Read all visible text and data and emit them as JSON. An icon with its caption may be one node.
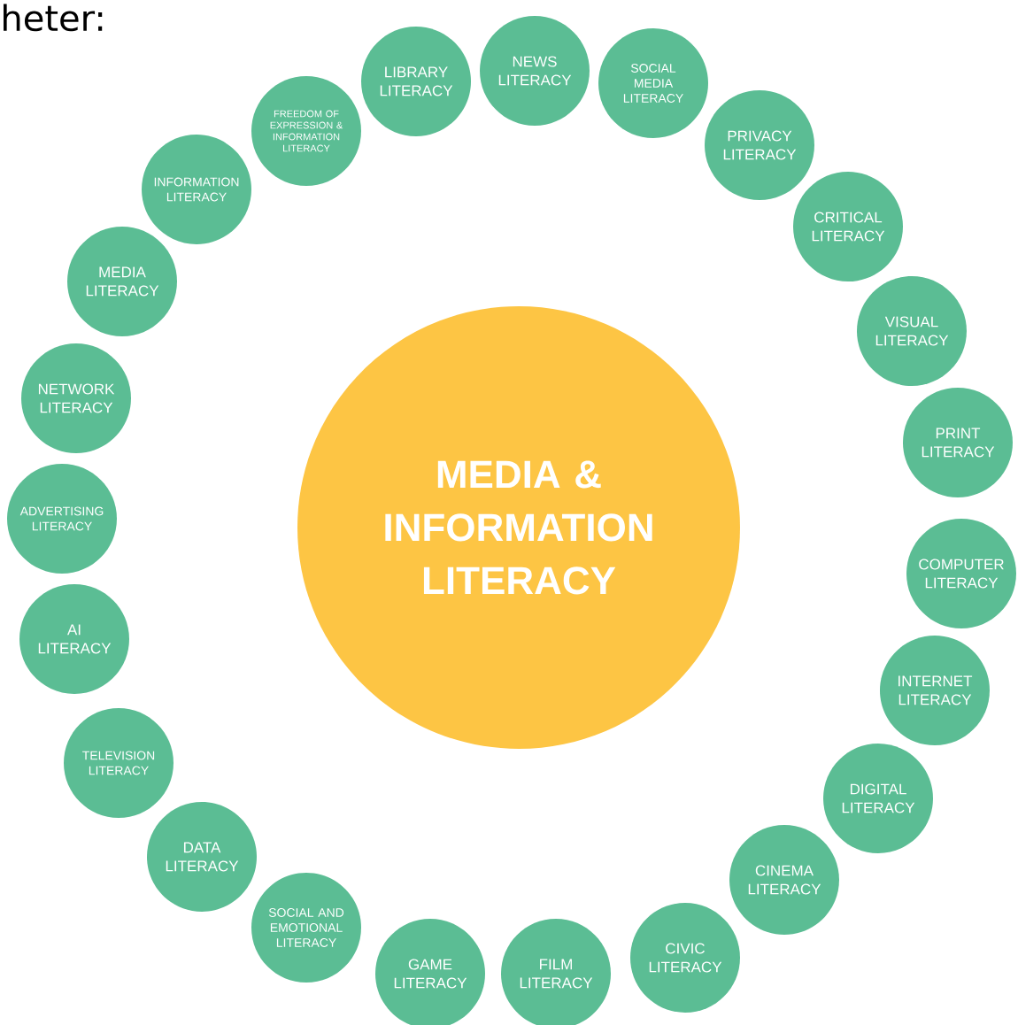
{
  "diagram": {
    "nodes": [
      {
        "text": [
          "MEDIA & INFORMATION LITERACY"
        ]
      },
      {
        "text": [
          "NEWS LITERACY"
        ]
      },
      {
        "text": [
          "SOCIAL MEDIA LITERACY"
        ]
      },
      {
        "text": [
          "PRIVACY LITERACY"
        ]
      },
      {
        "text": [
          "CRITICAL LITERACY"
        ]
      },
      {
        "text": [
          "VISUAL LITERACY"
        ]
      },
      {
        "text": [
          "PRINT LITERACY"
        ]
      },
      {
        "text": [
          "COMPUTER LITERACY"
        ]
      },
      {
        "text": [
          "INTERNET LITERACY"
        ]
      },
      {
        "text": [
          "DIGITAL LITERACY"
        ]
      },
      {
        "text": [
          "CINEMA LITERACY"
        ]
      },
      {
        "text": [
          "CIVIC LITERACY"
        ]
      },
      {
        "text": [
          "FILM LITERACY"
        ]
      },
      {
        "text": [
          "GAME LITERACY"
        ]
      },
      {
        "text": [
          "SOCIAL AND EMOTIONAL LITERACY"
        ]
      },
      {
        "text": [
          "DATA LITERACY"
        ]
      },
      {
        "text": [
          "TELEVISION LITERACY"
        ]
      },
      {
        "text": [
          "AI LITERACY"
        ]
      },
      {
        "text": [
          "ADVERTISING LITERACY"
        ]
      },
      {
        "text": [
          "NETWORK LITERACY"
        ]
      },
      {
        "text": [
          "MEDIA LITERACY"
        ]
      },
      {
        "text": [
          "INFORMATION LITERACY"
        ]
      },
      {
        "text": [
          "FREEDOM OF EXPRESSION & INFORMATION LITERACY"
        ]
      },
      {
        "text": [
          "LIBRARY LITERACY"
        ]
      }
    ],
    "labels": [
      "heter:"
    ]
  }
}
